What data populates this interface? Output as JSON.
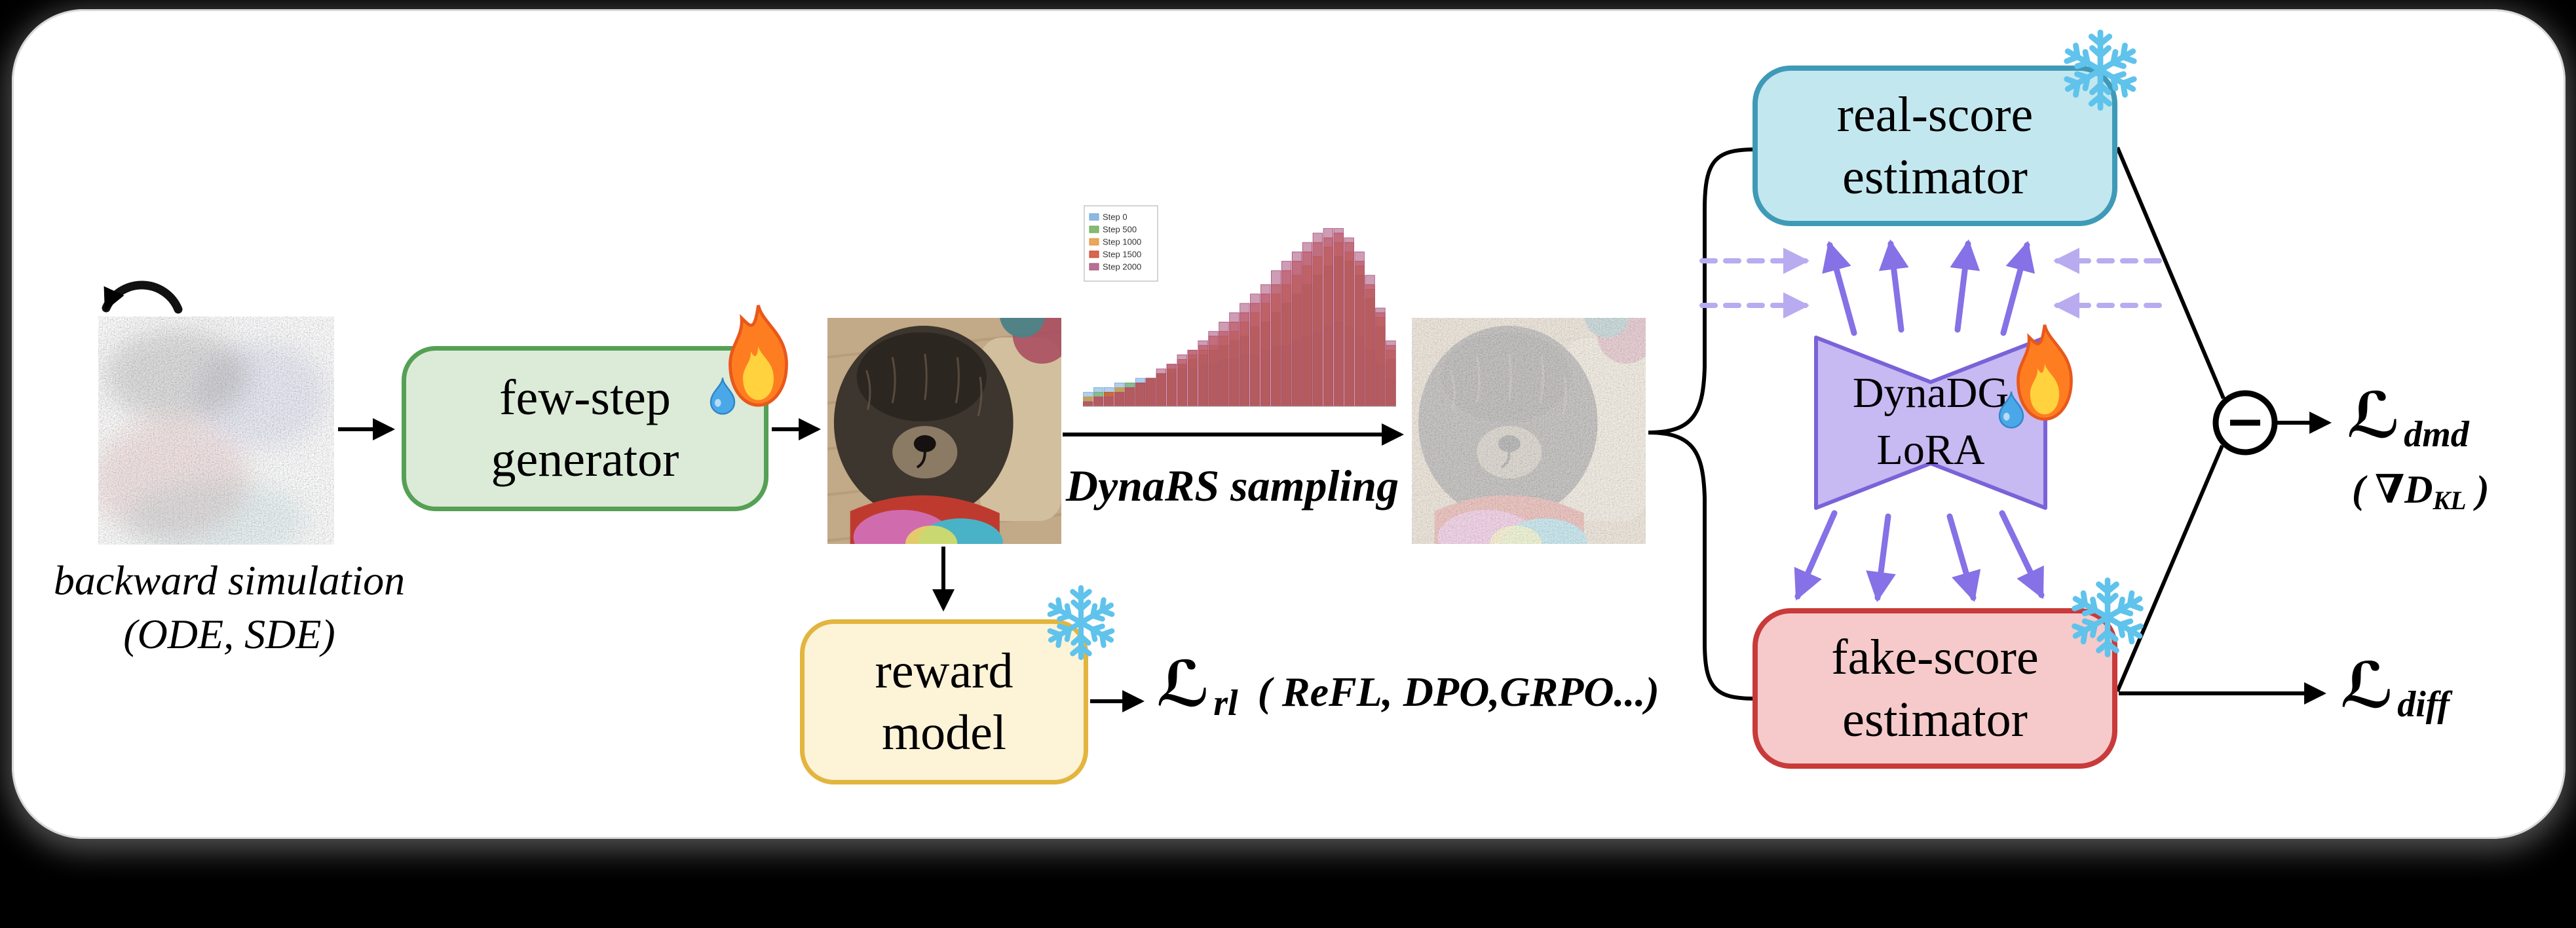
{
  "diagram": {
    "backward_caption": {
      "line1": "backward simulation",
      "line2": "(ODE, SDE)"
    },
    "generator": {
      "line1": "few-step",
      "line2": "generator"
    },
    "reward": {
      "line1": "reward",
      "line2": "model"
    },
    "real_estimator": {
      "line1": "real-score",
      "line2": "estimator"
    },
    "fake_estimator": {
      "line1": "fake-score",
      "line2": "estimator"
    },
    "lora": {
      "line1": "DynaDG",
      "line2": "LoRA"
    },
    "dynars_label": "DynaRS sampling",
    "losses": {
      "rl": {
        "symbol": "ℒ",
        "sub": "rl",
        "detail": "( ReFL, DPO,GRPO...)"
      },
      "dmd": {
        "symbol": "ℒ",
        "sub": "dmd",
        "grad_open": "(",
        "grad_d": "∇D",
        "grad_sub": "KL",
        "grad_close": ")"
      },
      "diff": {
        "symbol": "ℒ",
        "sub": "diff"
      }
    },
    "colors": {
      "generator_fill": "#dcead8",
      "generator_border": "#55a055",
      "reward_fill": "#fdf3d7",
      "reward_border": "#e2b53e",
      "real_fill": "#c3e7ef",
      "real_border": "#3f9ab8",
      "fake_fill": "#f6caca",
      "fake_border": "#c93a3a",
      "lora_fill": "#c7b9f2",
      "lora_border": "#7a62d8",
      "arrow_black": "#000000",
      "arrow_purple": "#8671e6",
      "arrow_purple_light": "#b9abf0",
      "snowflake": "#5fc3ec",
      "flame": "#ff7d21"
    }
  },
  "chart_data": {
    "type": "bar",
    "title": "",
    "legend": [
      "Step 0",
      "Step 500",
      "Step 1000",
      "Step 1500",
      "Step 2000"
    ],
    "legend_position": "top-left",
    "colors": [
      "#6fa8dc",
      "#6aa84f",
      "#e69138",
      "#cc4125",
      "#a64d79"
    ],
    "bins": 30,
    "ylim": [
      0,
      42
    ],
    "grid": false,
    "bar_opacity": 0.55,
    "series": [
      {
        "name": "Step 0",
        "values": [
          3,
          4,
          4,
          5,
          5,
          6,
          6,
          7,
          7,
          8,
          8,
          9,
          9,
          10,
          10,
          11,
          11,
          12,
          13,
          13,
          14,
          15,
          16,
          17,
          18,
          17,
          15,
          12,
          9,
          6
        ]
      },
      {
        "name": "Step 500",
        "values": [
          2,
          3,
          3,
          4,
          5,
          5,
          6,
          7,
          8,
          9,
          10,
          11,
          12,
          13,
          14,
          15,
          17,
          18,
          20,
          22,
          24,
          26,
          28,
          30,
          32,
          31,
          28,
          23,
          17,
          10
        ]
      },
      {
        "name": "Step 1000",
        "values": [
          2,
          2,
          3,
          4,
          4,
          5,
          6,
          7,
          8,
          9,
          11,
          12,
          13,
          15,
          16,
          18,
          20,
          22,
          24,
          26,
          28,
          30,
          32,
          34,
          35,
          33,
          30,
          25,
          19,
          12
        ]
      },
      {
        "name": "Step 1500",
        "values": [
          1,
          2,
          3,
          3,
          4,
          5,
          6,
          7,
          9,
          10,
          12,
          13,
          15,
          16,
          18,
          20,
          22,
          24,
          26,
          29,
          31,
          33,
          35,
          36,
          37,
          35,
          31,
          26,
          20,
          13
        ]
      },
      {
        "name": "Step 2000",
        "values": [
          1,
          2,
          2,
          3,
          4,
          5,
          6,
          8,
          9,
          11,
          12,
          14,
          16,
          18,
          20,
          22,
          24,
          26,
          29,
          31,
          33,
          35,
          37,
          38,
          38,
          36,
          33,
          28,
          21,
          14
        ]
      }
    ]
  }
}
